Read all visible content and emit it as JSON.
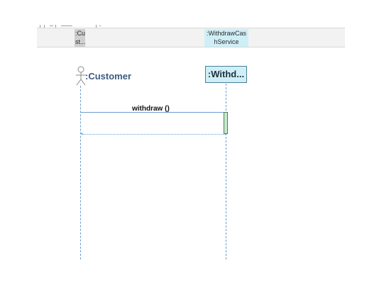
{
  "header": {
    "customer_label": ":Cu\nst...",
    "service_label": ":WithdrawCas\nhService"
  },
  "actor": {
    "label": ":Customer"
  },
  "lifeline": {
    "label": ":Withd..."
  },
  "message": {
    "label": "withdraw ()"
  },
  "colors": {
    "lifeline_fill": "#cfeff7",
    "lifeline_border": "#4a7d96",
    "dashed_line": "#6a9fd0",
    "activation_fill": "#c9e9cf",
    "actor_label": "#3d5a80"
  }
}
